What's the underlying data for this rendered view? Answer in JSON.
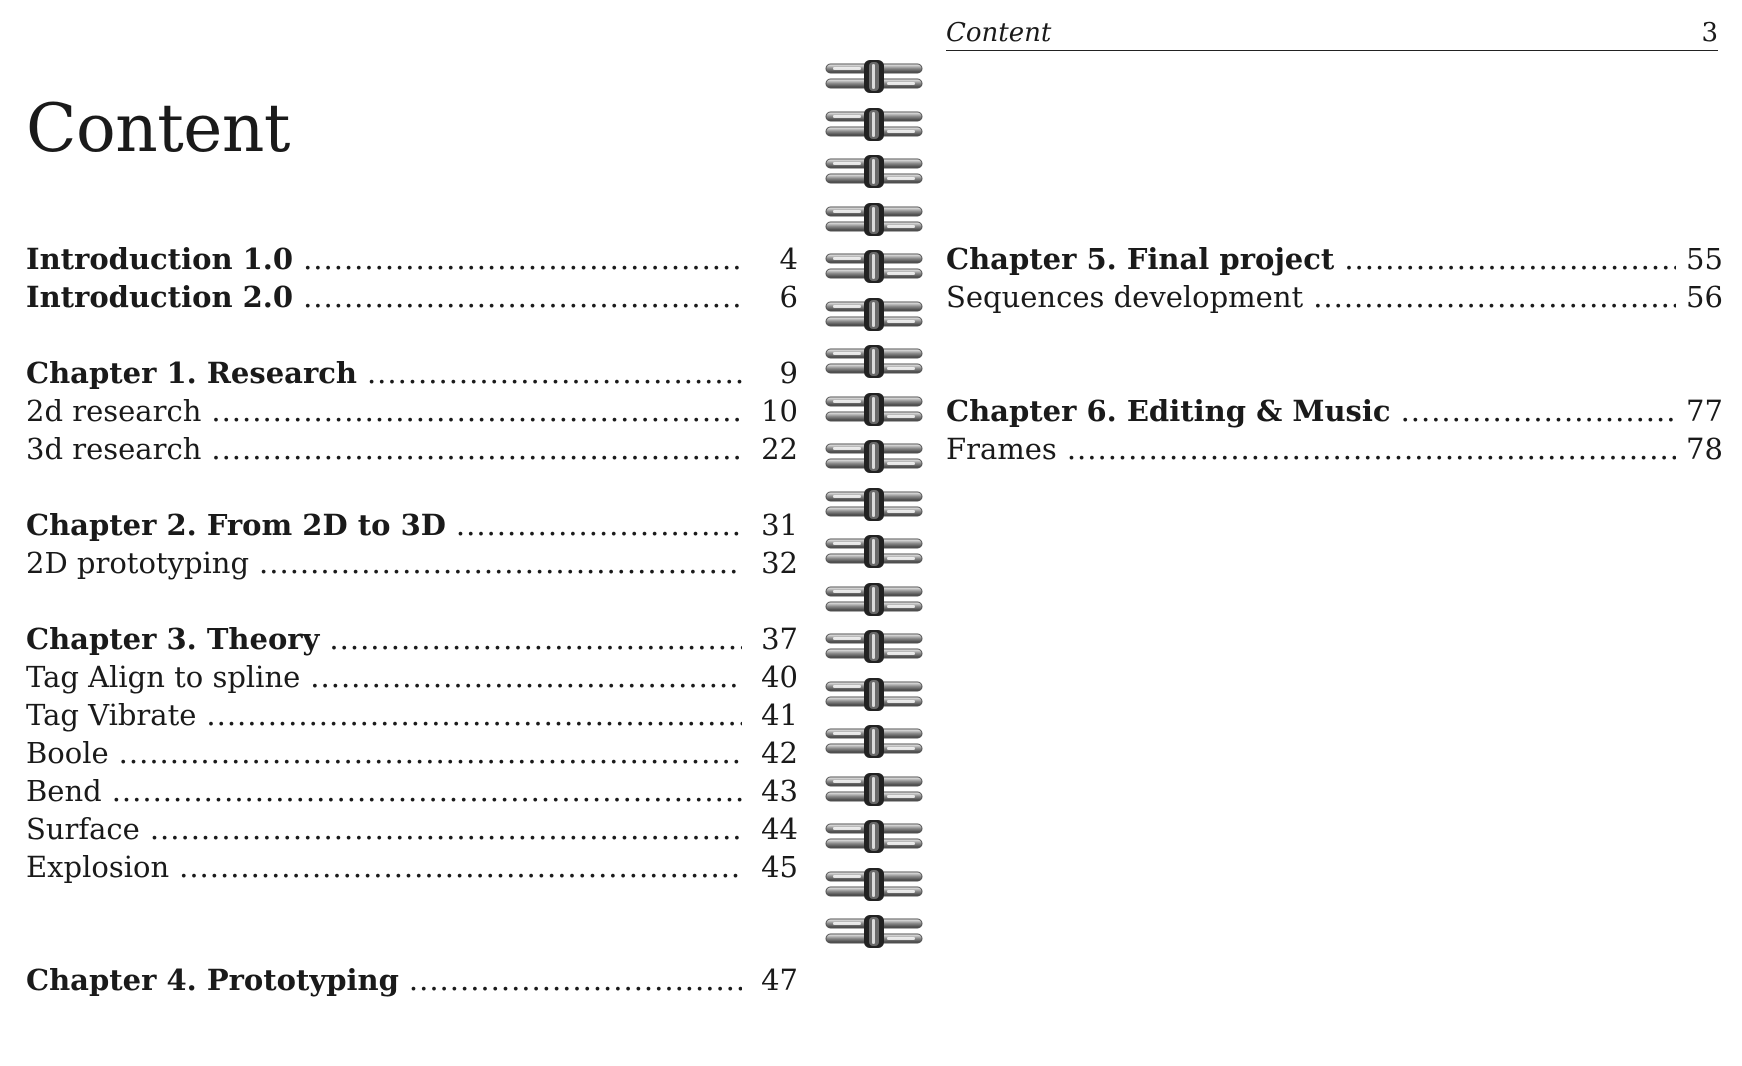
{
  "left_page": {
    "title": "Content",
    "groups": [
      [
        {
          "label": "Introduction 1.0",
          "page": "4",
          "bold": true
        },
        {
          "label": "Introduction 2.0",
          "page": "6",
          "bold": true
        }
      ],
      [
        {
          "label": "Chapter 1. Research",
          "page": "9",
          "bold": true
        },
        {
          "label": "2d research",
          "page": "10",
          "bold": false
        },
        {
          "label": "3d research",
          "page": "22",
          "bold": false
        }
      ],
      [
        {
          "label": "Chapter 2. From 2D to 3D",
          "page": "31",
          "bold": true
        },
        {
          "label": "2D prototyping",
          "page": "32",
          "bold": false
        }
      ],
      [
        {
          "label": "Chapter 3. Theory",
          "page": "37",
          "bold": true
        },
        {
          "label": "Tag Align to spline",
          "page": "40",
          "bold": false
        },
        {
          "label": "Tag Vibrate",
          "page": "41",
          "bold": false
        },
        {
          "label": "Boole",
          "page": "42",
          "bold": false
        },
        {
          "label": "Bend",
          "page": "43",
          "bold": false
        },
        {
          "label": "Surface",
          "page": "44",
          "bold": false
        },
        {
          "label": "Explosion",
          "page": "45",
          "bold": false
        }
      ],
      [
        {
          "label": "Chapter 4. Prototyping",
          "page": "47",
          "bold": true
        }
      ]
    ]
  },
  "right_page": {
    "header": {
      "title": "Content",
      "page_number": "3"
    },
    "groups": [
      [
        {
          "label": "Chapter 5. Final project",
          "page": "55",
          "bold": true
        },
        {
          "label": "Sequences development",
          "page": "56",
          "bold": false
        }
      ],
      [
        {
          "label": "Chapter 6. Editing & Music",
          "page": "77",
          "bold": true
        },
        {
          "label": "Frames",
          "page": "78",
          "bold": false
        }
      ]
    ]
  },
  "binding": {
    "icon": "spiral-binding-icon",
    "color": "#555555"
  }
}
